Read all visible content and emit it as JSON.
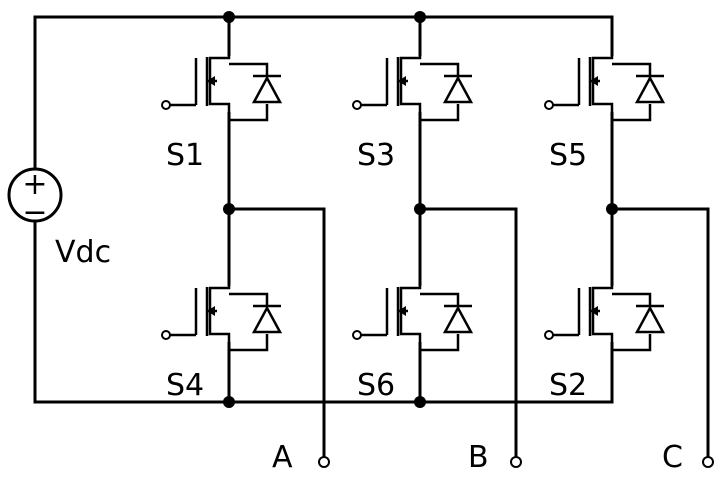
{
  "source": {
    "label": "Vdc",
    "plus": "+",
    "minus": "−"
  },
  "switches": [
    {
      "id": "S1",
      "label": "S1"
    },
    {
      "id": "S3",
      "label": "S3"
    },
    {
      "id": "S5",
      "label": "S5"
    },
    {
      "id": "S4",
      "label": "S4"
    },
    {
      "id": "S6",
      "label": "S6"
    },
    {
      "id": "S2",
      "label": "S2"
    }
  ],
  "outputs": [
    {
      "id": "A",
      "label": "A"
    },
    {
      "id": "B",
      "label": "B"
    },
    {
      "id": "C",
      "label": "C"
    }
  ]
}
